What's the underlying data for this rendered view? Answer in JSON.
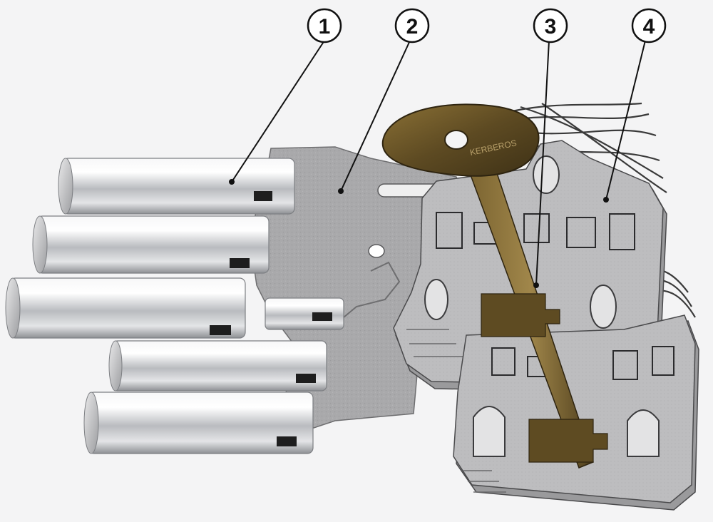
{
  "callouts": [
    {
      "label": "1",
      "target": "bolt"
    },
    {
      "label": "2",
      "target": "bolt-carrier-plate"
    },
    {
      "label": "3",
      "target": "key"
    },
    {
      "label": "4",
      "target": "lever-pack"
    }
  ],
  "key": {
    "engraving": "KERBEROS"
  },
  "colors": {
    "background": "#f4f4f5",
    "plate": "#a9a9ab",
    "chrome": "#d8d9dc",
    "brass": "#6b5527",
    "lever": "#bdbdbf",
    "outline": "#222222"
  }
}
